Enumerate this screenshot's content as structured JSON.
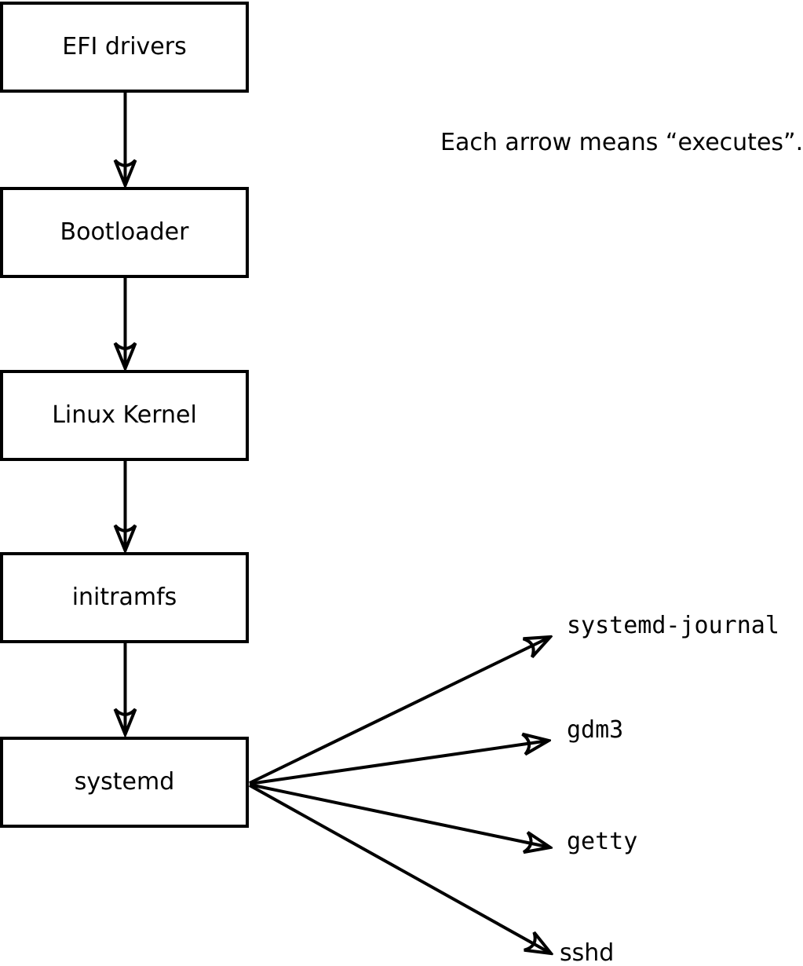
{
  "diagram": {
    "note": "Each arrow means “executes”.",
    "boxes": [
      {
        "id": "efi-drivers",
        "label": "EFI drivers"
      },
      {
        "id": "bootloader",
        "label": "Bootloader"
      },
      {
        "id": "linux-kernel",
        "label": "Linux Kernel"
      },
      {
        "id": "initramfs",
        "label": "initramfs"
      },
      {
        "id": "systemd",
        "label": "systemd"
      }
    ],
    "targets": [
      {
        "id": "systemd-journal",
        "label": "systemd-journal"
      },
      {
        "id": "gdm3",
        "label": "gdm3"
      },
      {
        "id": "getty",
        "label": "getty"
      },
      {
        "id": "sshd",
        "label": "sshd"
      }
    ],
    "edges": [
      {
        "from": "EFI drivers",
        "to": "Bootloader",
        "relation": "executes"
      },
      {
        "from": "Bootloader",
        "to": "Linux Kernel",
        "relation": "executes"
      },
      {
        "from": "Linux Kernel",
        "to": "initramfs",
        "relation": "executes"
      },
      {
        "from": "initramfs",
        "to": "systemd",
        "relation": "executes"
      },
      {
        "from": "systemd",
        "to": "systemd-journal",
        "relation": "executes"
      },
      {
        "from": "systemd",
        "to": "gdm3",
        "relation": "executes"
      },
      {
        "from": "systemd",
        "to": "getty",
        "relation": "executes"
      },
      {
        "from": "systemd",
        "to": "sshd",
        "relation": "executes"
      }
    ],
    "colors": {
      "stroke": "#000000",
      "text": "#000000",
      "box_fill": "#ffffff",
      "background": "#ffffff"
    }
  }
}
